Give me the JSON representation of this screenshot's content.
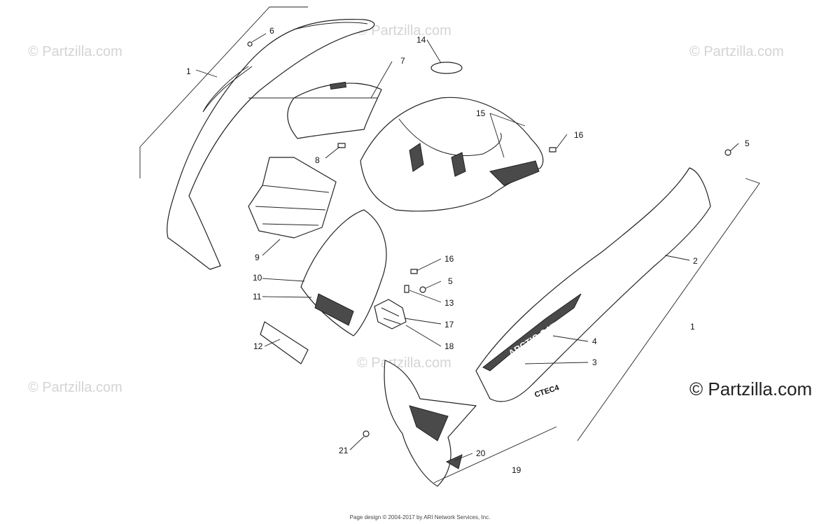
{
  "watermark": {
    "text": "© Partzilla.com"
  },
  "decal_text": {
    "brand": "ARCTIC CAT",
    "model": "CTEC4"
  },
  "callouts": [
    {
      "id": "c1a",
      "label": "1"
    },
    {
      "id": "c6",
      "label": "6"
    },
    {
      "id": "c7",
      "label": "7"
    },
    {
      "id": "c14",
      "label": "14"
    },
    {
      "id": "c15",
      "label": "15"
    },
    {
      "id": "c16a",
      "label": "16"
    },
    {
      "id": "c5a",
      "label": "5"
    },
    {
      "id": "c8",
      "label": "8"
    },
    {
      "id": "c9",
      "label": "9"
    },
    {
      "id": "c2",
      "label": "2"
    },
    {
      "id": "c10",
      "label": "10"
    },
    {
      "id": "c11",
      "label": "11"
    },
    {
      "id": "c16b",
      "label": "16"
    },
    {
      "id": "c5b",
      "label": "5"
    },
    {
      "id": "c13",
      "label": "13"
    },
    {
      "id": "c17",
      "label": "17"
    },
    {
      "id": "c18",
      "label": "18"
    },
    {
      "id": "c12",
      "label": "12"
    },
    {
      "id": "c1b",
      "label": "1"
    },
    {
      "id": "c4",
      "label": "4"
    },
    {
      "id": "c3",
      "label": "3"
    },
    {
      "id": "c21",
      "label": "21"
    },
    {
      "id": "c20",
      "label": "20"
    },
    {
      "id": "c19",
      "label": "19"
    }
  ],
  "footer": {
    "text": "Page design © 2004-2017 by ARI Network Services, Inc."
  }
}
